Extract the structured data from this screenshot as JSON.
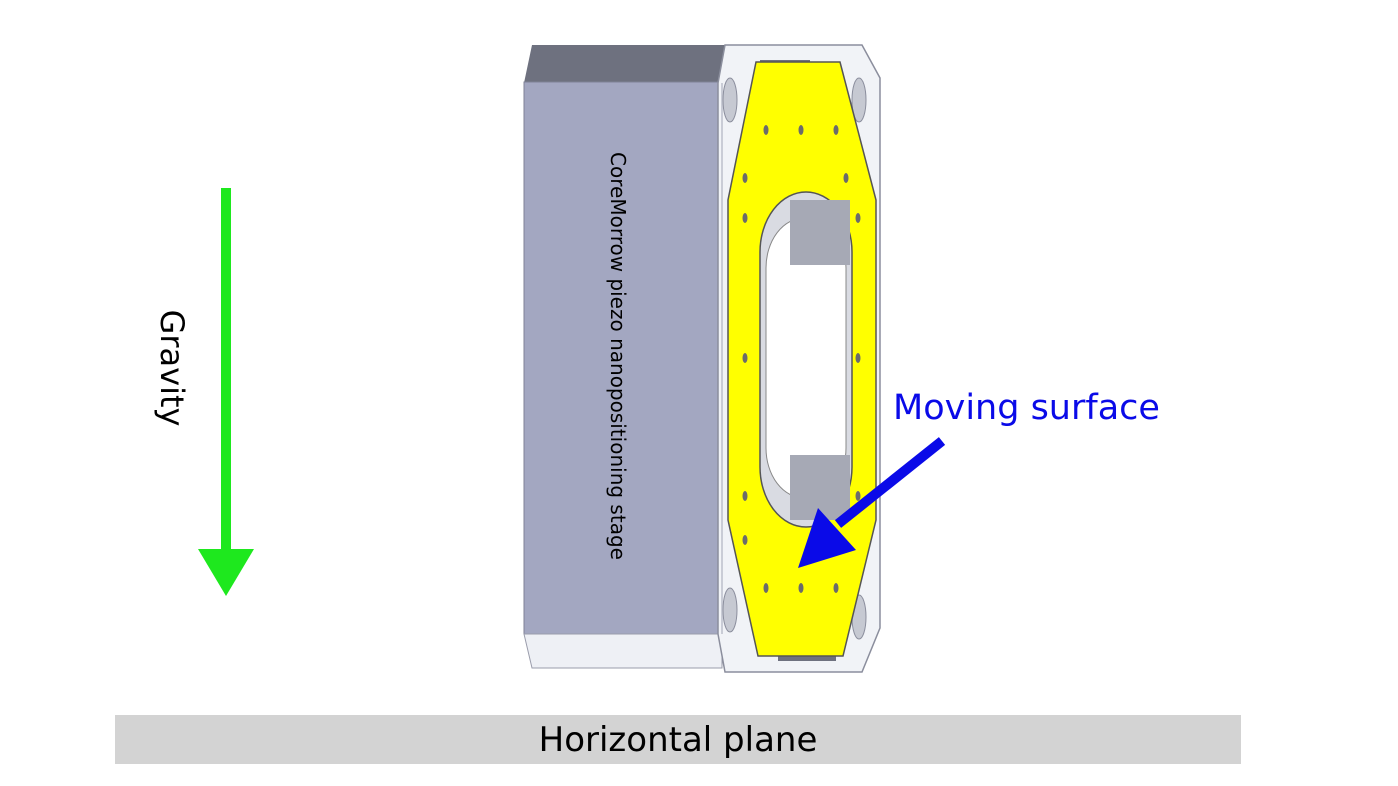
{
  "labels": {
    "gravity": "Gravity",
    "stage": "CoreMorrow piezo nanopositioning stage",
    "moving_surface": "Moving surface",
    "plane": "Horizontal plane"
  },
  "colors": {
    "gravity_arrow": "#1ee81e",
    "pointer_arrow": "#0a0ae8",
    "stage_body": "#a3a7c1",
    "stage_top": "#6e717f",
    "moving_plate": "#ffff00",
    "frame": "#f1f3f7",
    "plane": "#d3d3d3"
  }
}
